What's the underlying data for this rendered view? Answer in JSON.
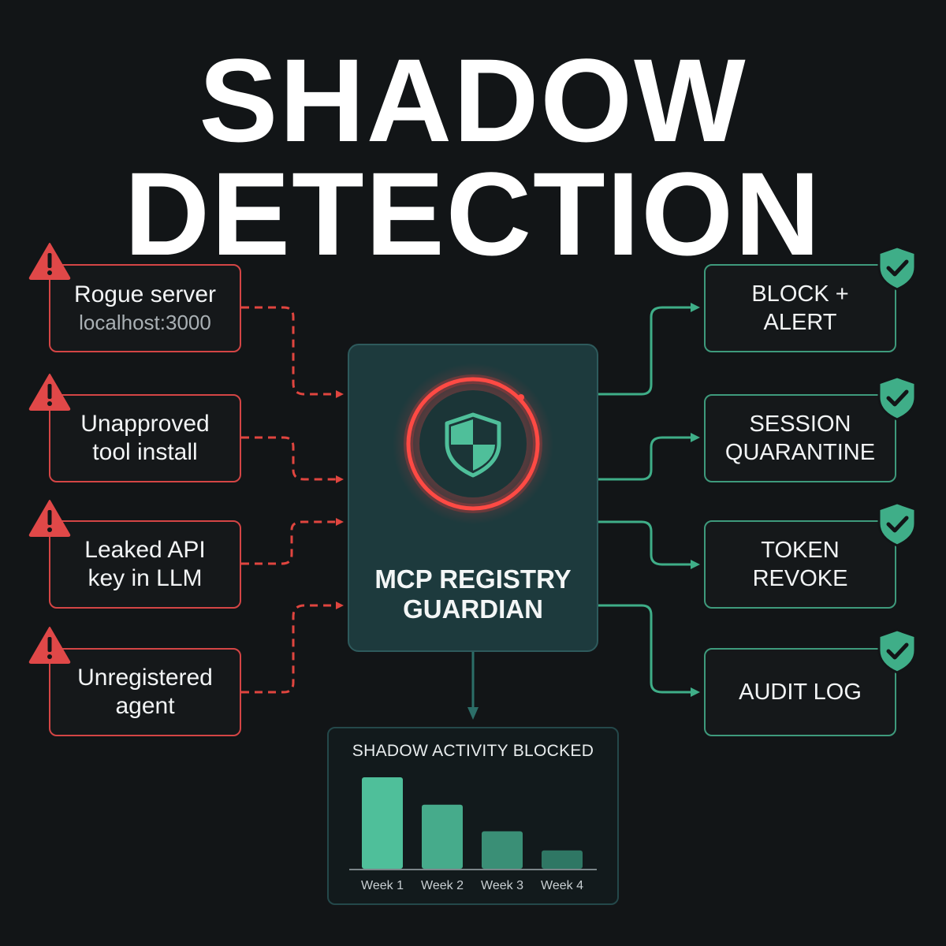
{
  "title": {
    "line1": "SHADOW",
    "line2": "DETECTION"
  },
  "threats": [
    {
      "label": "Rogue server",
      "sub": "localhost:3000"
    },
    {
      "label": "Unapproved tool install",
      "sub": ""
    },
    {
      "label": "Leaked API key in LLM",
      "sub": ""
    },
    {
      "label": "Unregistered agent",
      "sub": ""
    }
  ],
  "core": {
    "line1": "MCP REGISTRY",
    "line2": "GUARDIAN"
  },
  "actions": [
    {
      "line1": "BLOCK +",
      "line2": "ALERT"
    },
    {
      "line1": "SESSION",
      "line2": "QUARANTINE"
    },
    {
      "line1": "TOKEN",
      "line2": "REVOKE"
    },
    {
      "line1": "AUDIT LOG",
      "line2": ""
    }
  ],
  "colors": {
    "background": "#121517",
    "threat": "#d44545",
    "action": "#3e9a7c",
    "core": "#1d3a3d",
    "glow": "#ff3b3b",
    "bar": "#4fbf9a"
  },
  "icons": {
    "threat": "warning-icon",
    "action": "shield-check-icon",
    "core": "shield-icon"
  },
  "chart_data": {
    "type": "bar",
    "title": "SHADOW ACTIVITY BLOCKED",
    "categories": [
      "Week 1",
      "Week 2",
      "Week 3",
      "Week 4"
    ],
    "values": [
      100,
      70,
      41,
      20
    ],
    "ylim": [
      0,
      100
    ],
    "grid": false
  }
}
